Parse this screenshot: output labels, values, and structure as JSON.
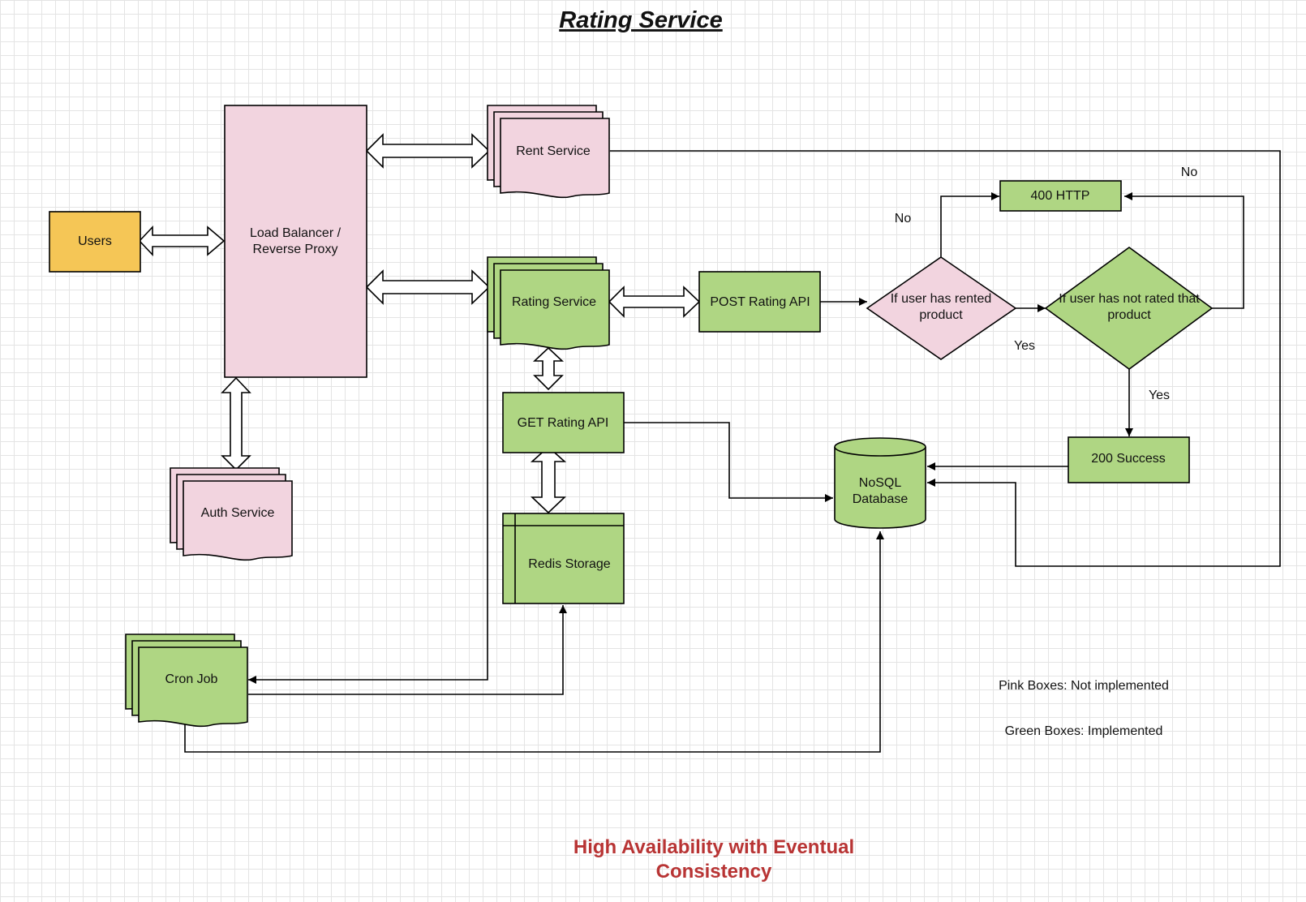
{
  "title": "Rating Service",
  "footer": {
    "line1": "High Availability with Eventual",
    "line2": "Consistency"
  },
  "nodes": {
    "users": "Users",
    "load_balancer": {
      "line1": "Load Balancer /",
      "line2": "Reverse Proxy"
    },
    "rent_service": "Rent Service",
    "rating_service": "Rating Service",
    "auth_service": "Auth Service",
    "post_rating_api": "POST Rating  API",
    "get_rating_api": "GET Rating  API",
    "redis_storage": "Redis  Storage",
    "cron_job": "Cron Job",
    "nosql_db": {
      "line1": "NoSQL",
      "line2": "Database"
    },
    "decision_rented": {
      "line1": "If user has rented",
      "line2": "product"
    },
    "decision_not_rated": {
      "line1": "If  user  has not rated that",
      "line2": "product"
    },
    "http_400": "400 HTTP",
    "success_200": "200  Success"
  },
  "edge_labels": {
    "rented_no": "No",
    "rented_yes": "Yes",
    "not_rated_no": "No",
    "not_rated_yes": "Yes"
  },
  "legend": {
    "pink": "Pink Boxes: Not implemented",
    "green": "Green Boxes: Implemented"
  },
  "colors": {
    "pink": "#f2d4df",
    "green": "#afd683",
    "orange": "#f5c656",
    "footer_red": "#b83434"
  }
}
